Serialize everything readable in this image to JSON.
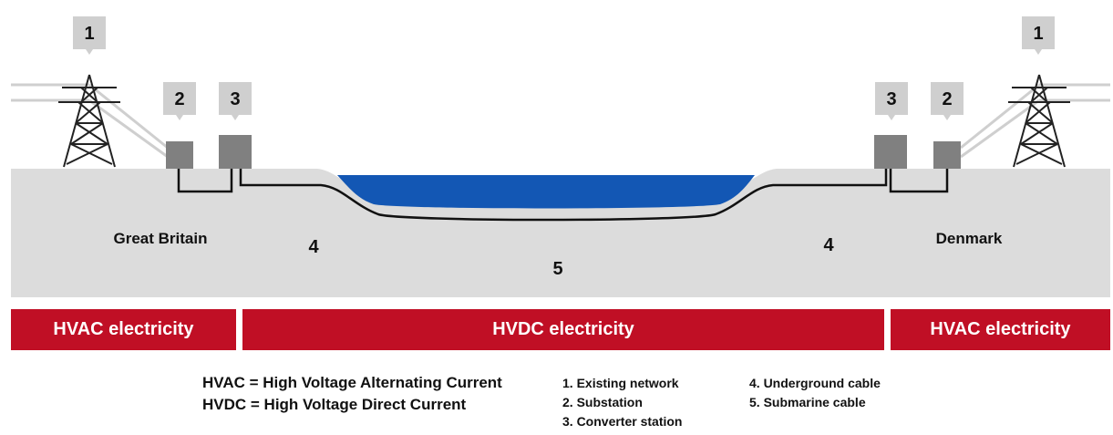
{
  "colors": {
    "ground": "#dcdcdc",
    "sea": "#1357b4",
    "cable": "#111111",
    "equipment": "#808080",
    "callout": "#cfcfcf",
    "tower": "#222222",
    "band": "#c00f25"
  },
  "callouts": {
    "left_tower": "1",
    "left_substation": "2",
    "left_converter": "3",
    "right_converter": "3",
    "right_substation": "2",
    "right_tower": "1"
  },
  "labels": {
    "left_country": "Great Britain",
    "right_country": "Denmark",
    "left_cable": "4",
    "right_cable": "4",
    "sea_cable": "5"
  },
  "icons": {
    "tower": "transmission-tower-icon",
    "substation": "substation-box-icon",
    "converter": "converter-station-box-icon"
  },
  "bands": {
    "left": "HVAC electricity",
    "middle": "HVDC electricity",
    "right": "HVAC electricity"
  },
  "legend": {
    "abbreviations": [
      "HVAC = High Voltage Alternating Current",
      "HVDC = High Voltage Direct Current"
    ],
    "items_col1": [
      "1. Existing network",
      "2. Substation",
      "3. Converter station"
    ],
    "items_col2": [
      "4. Underground cable",
      "5. Submarine cable"
    ]
  }
}
